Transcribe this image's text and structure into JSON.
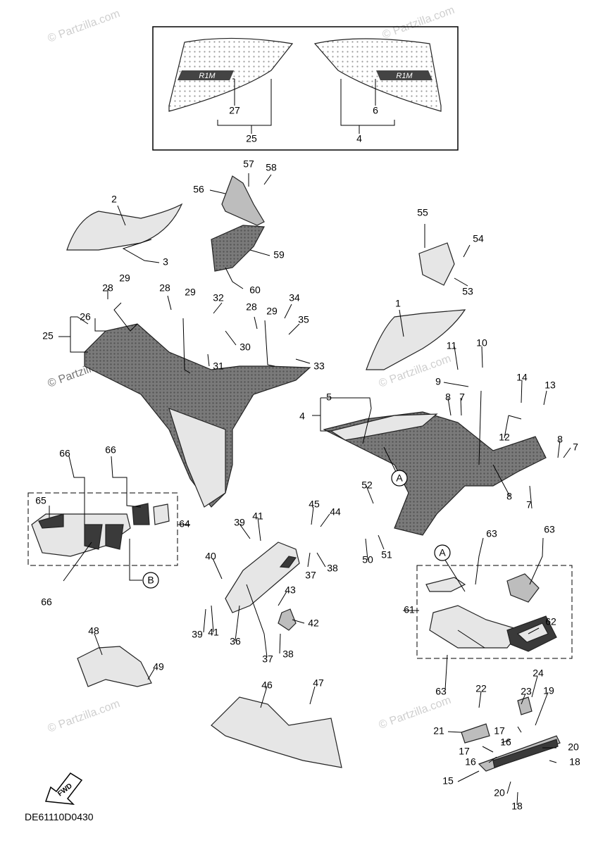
{
  "diagram_code": "DE61110D0430",
  "watermark": "© Partzilla.com",
  "fwd_label": "FWD",
  "decal_text": "R1M",
  "ref_labels": [
    "A",
    "B"
  ],
  "callouts": [
    "1",
    "2",
    "3",
    "4",
    "5",
    "6",
    "7",
    "8",
    "9",
    "10",
    "11",
    "12",
    "13",
    "14",
    "15",
    "16",
    "17",
    "18",
    "19",
    "20",
    "21",
    "22",
    "23",
    "24",
    "25",
    "26",
    "27",
    "28",
    "29",
    "30",
    "31",
    "32",
    "33",
    "34",
    "35",
    "36",
    "37",
    "38",
    "39",
    "40",
    "41",
    "42",
    "43",
    "44",
    "45",
    "46",
    "47",
    "48",
    "49",
    "50",
    "51",
    "52",
    "53",
    "54",
    "55",
    "56",
    "57",
    "58",
    "59",
    "60",
    "61",
    "62",
    "63",
    "64",
    "65",
    "66"
  ]
}
